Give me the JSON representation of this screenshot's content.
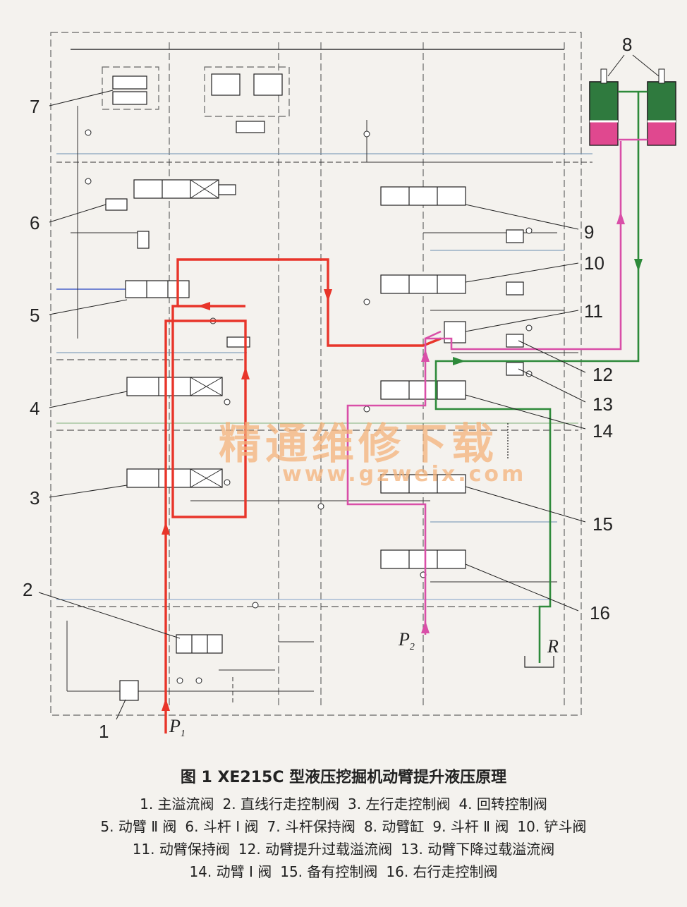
{
  "caption": {
    "title": "图 1  XE215C 型液压挖掘机动臂提升液压原理",
    "lines": [
      [
        "1. 主溢流阀",
        "2. 直线行走控制阀",
        "3. 左行走控制阀",
        "4. 回转控制阀"
      ],
      [
        "5. 动臂 Ⅱ 阀",
        "6. 斗杆 Ⅰ 阀",
        "7. 斗杆保持阀",
        "8. 动臂缸",
        "9. 斗杆 Ⅱ 阀",
        "10. 铲斗阀"
      ],
      [
        "11. 动臂保持阀",
        "12. 动臂提升过载溢流阀",
        "13. 动臂下降过载溢流阀"
      ],
      [
        "14. 动臂 Ⅰ 阀",
        "15. 备有控制阀",
        "16. 右行走控制阀"
      ]
    ]
  },
  "labels": {
    "n1": "1",
    "n2": "2",
    "n3": "3",
    "n4": "4",
    "n5": "5",
    "n6": "6",
    "n7": "7",
    "n8": "8",
    "n9": "9",
    "n10": "10",
    "n11": "11",
    "n12": "12",
    "n13": "13",
    "n14": "14",
    "n15": "15",
    "n16": "16"
  },
  "ports": {
    "p1_main": "P",
    "p1_sub": "1",
    "p2_main": "P",
    "p2_sub": "2",
    "r": "R"
  },
  "watermark": {
    "text_cn": "精通维修下载",
    "text_url": "www.gzweix.com"
  },
  "colors": {
    "pump_p1_line": "#e8352a",
    "pump_p2_line": "#d94fa8",
    "return_line": "#2e8a3a",
    "cylinder_rod_side": "#2f7a3e",
    "cylinder_head_side": "#e0488f"
  }
}
